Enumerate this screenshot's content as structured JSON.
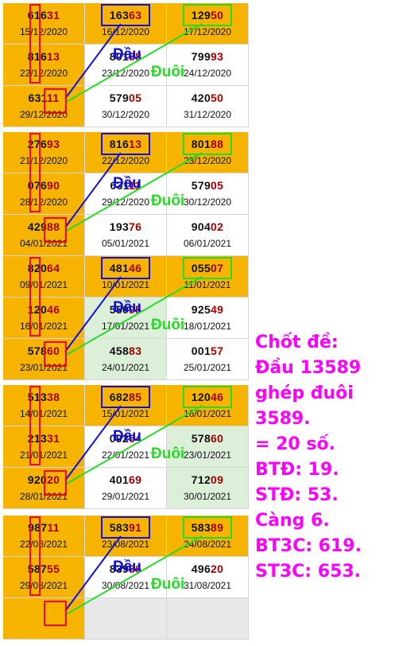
{
  "blocks": [
    {
      "rows": [
        [
          {
            "head": "616",
            "tail": "31",
            "date": "15/12/2020",
            "bg": "gold"
          },
          {
            "head": "163",
            "tail": "63",
            "date": "16/12/2020",
            "bg": "gold"
          },
          {
            "head": "129",
            "tail": "50",
            "date": "17/12/2020",
            "bg": "gold"
          }
        ],
        [
          {
            "head": "816",
            "tail": "13",
            "date": "22/12/2020",
            "bg": "gold"
          },
          {
            "head": "801",
            "tail": "88",
            "date": "23/12/2020",
            "bg": "white"
          },
          {
            "head": "799",
            "tail": "93",
            "date": "24/12/2020",
            "bg": "white"
          }
        ],
        [
          {
            "head": "631",
            "tail": "11",
            "date": "29/12/2020",
            "bg": "gold"
          },
          {
            "head": "579",
            "tail": "05",
            "date": "30/12/2020",
            "bg": "white"
          },
          {
            "head": "420",
            "tail": "50",
            "date": "31/12/2020",
            "bg": "white"
          }
        ]
      ]
    },
    {
      "rows": [
        [
          {
            "head": "276",
            "tail": "93",
            "date": "21/12/2020",
            "bg": "gold"
          },
          {
            "head": "816",
            "tail": "13",
            "date": "22/12/2020",
            "bg": "gold"
          },
          {
            "head": "801",
            "tail": "88",
            "date": "23/12/2020",
            "bg": "gold"
          }
        ],
        [
          {
            "head": "076",
            "tail": "90",
            "date": "28/12/2020",
            "bg": "gold"
          },
          {
            "head": "631",
            "tail": "11",
            "date": "29/12/2020",
            "bg": "white"
          },
          {
            "head": "579",
            "tail": "05",
            "date": "30/12/2020",
            "bg": "white"
          }
        ],
        [
          {
            "head": "429",
            "tail": "88",
            "date": "04/01/2021",
            "bg": "gold"
          },
          {
            "head": "193",
            "tail": "76",
            "date": "05/01/2021",
            "bg": "white"
          },
          {
            "head": "904",
            "tail": "02",
            "date": "06/01/2021",
            "bg": "white"
          }
        ]
      ]
    },
    {
      "rows": [
        [
          {
            "head": "820",
            "tail": "64",
            "date": "09/01/2021",
            "bg": "gold"
          },
          {
            "head": "481",
            "tail": "46",
            "date": "10/01/2021",
            "bg": "gold"
          },
          {
            "head": "055",
            "tail": "07",
            "date": "11/01/2021",
            "bg": "gold"
          }
        ],
        [
          {
            "head": "120",
            "tail": "46",
            "date": "16/01/2021",
            "bg": "gold"
          },
          {
            "head": "550",
            "tail": "95",
            "date": "17/01/2021",
            "bg": "green"
          },
          {
            "head": "925",
            "tail": "49",
            "date": "18/01/2021",
            "bg": "white"
          }
        ],
        [
          {
            "head": "578",
            "tail": "60",
            "date": "23/01/2021",
            "bg": "gold"
          },
          {
            "head": "458",
            "tail": "83",
            "date": "24/01/2021",
            "bg": "green"
          },
          {
            "head": "001",
            "tail": "57",
            "date": "25/01/2021",
            "bg": "white"
          }
        ]
      ]
    },
    {
      "rows": [
        [
          {
            "head": "513",
            "tail": "38",
            "date": "14/01/2021",
            "bg": "gold"
          },
          {
            "head": "682",
            "tail": "85",
            "date": "15/01/2021",
            "bg": "gold"
          },
          {
            "head": "120",
            "tail": "46",
            "date": "16/01/2021",
            "bg": "gold"
          }
        ],
        [
          {
            "head": "213",
            "tail": "31",
            "date": "21/01/2021",
            "bg": "gold"
          },
          {
            "head": "092",
            "tail": "64",
            "date": "22/01/2021",
            "bg": "white"
          },
          {
            "head": "578",
            "tail": "60",
            "date": "23/01/2021",
            "bg": "green"
          }
        ],
        [
          {
            "head": "920",
            "tail": "20",
            "date": "28/01/2021",
            "bg": "gold"
          },
          {
            "head": "401",
            "tail": "69",
            "date": "29/01/2021",
            "bg": "white"
          },
          {
            "head": "712",
            "tail": "09",
            "date": "30/01/2021",
            "bg": "green"
          }
        ]
      ]
    },
    {
      "rows": [
        [
          {
            "head": "987",
            "tail": "11",
            "date": "22/08/2021",
            "bg": "gold"
          },
          {
            "head": "583",
            "tail": "91",
            "date": "23/08/2021",
            "bg": "gold"
          },
          {
            "head": "583",
            "tail": "89",
            "date": "24/08/2021",
            "bg": "gold"
          }
        ],
        [
          {
            "head": "587",
            "tail": "55",
            "date": "29/08/2021",
            "bg": "gold"
          },
          {
            "head": "839",
            "tail": "86",
            "date": "30/08/2021",
            "bg": "white"
          },
          {
            "head": "496",
            "tail": "20",
            "date": "31/08/2021",
            "bg": "white"
          }
        ],
        [
          {
            "head": "",
            "tail": "",
            "date": "",
            "bg": "gold"
          },
          {
            "head": "",
            "tail": "",
            "date": "",
            "bg": "grey"
          },
          {
            "head": "",
            "tail": "",
            "date": "",
            "bg": "grey"
          }
        ]
      ]
    }
  ],
  "labels": {
    "dau": "Đầu",
    "duoi": "Đuôi"
  },
  "colors": {
    "gold": "#f6b400",
    "red": "#ff0000",
    "blue": "#1010e0",
    "green": "#22dd22",
    "magenta": "#ff00ff",
    "tail": "#a40000"
  },
  "conclusion": {
    "lines": [
      "Chốt đề:",
      "Đầu 13589",
      "ghép đuôi",
      "3589.",
      "= 20 số.",
      "BTĐ: 19.",
      "STĐ: 53.",
      "Càng 6.",
      "BT3C: 619.",
      "ST3C: 653."
    ]
  }
}
